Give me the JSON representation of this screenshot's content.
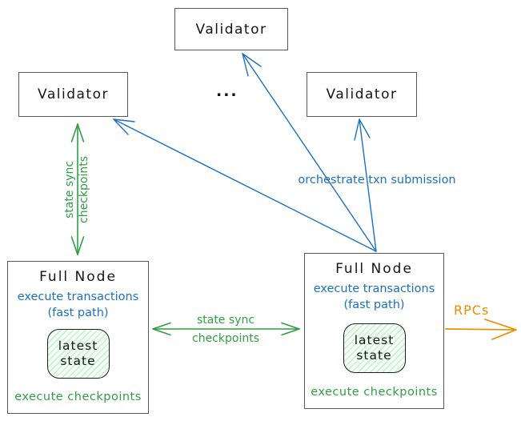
{
  "diagram": {
    "validator_top": {
      "label": "Validator"
    },
    "validator_left": {
      "label": "Validator"
    },
    "validator_right": {
      "label": "Validator"
    },
    "ellipsis": "...",
    "full_nodes": [
      {
        "title": "Full Node",
        "exec_transactions": "execute transactions",
        "fast_path": "(fast path)",
        "state_line1": "latest",
        "state_line2": "state",
        "exec_checkpoints": "execute checkpoints"
      },
      {
        "title": "Full Node",
        "exec_transactions": "execute transactions",
        "fast_path": "(fast path)",
        "state_line1": "latest",
        "state_line2": "state",
        "exec_checkpoints": "execute checkpoints"
      }
    ],
    "edge_labels": {
      "vertical_state_sync": {
        "line1": "state sync",
        "line2": "checkpoints"
      },
      "horizontal_state_sync": {
        "line1": "state sync",
        "line2": "checkpoints"
      },
      "orchestrate": "orchestrate txn submission",
      "rpcs": "RPCs"
    },
    "colors": {
      "blue": "#1971c2",
      "green": "#2f9e44",
      "orange": "#f08c00",
      "node_border": "#55585c",
      "text": "#1e1e1e",
      "state_fill_hatch": "#b2f2bb"
    }
  }
}
